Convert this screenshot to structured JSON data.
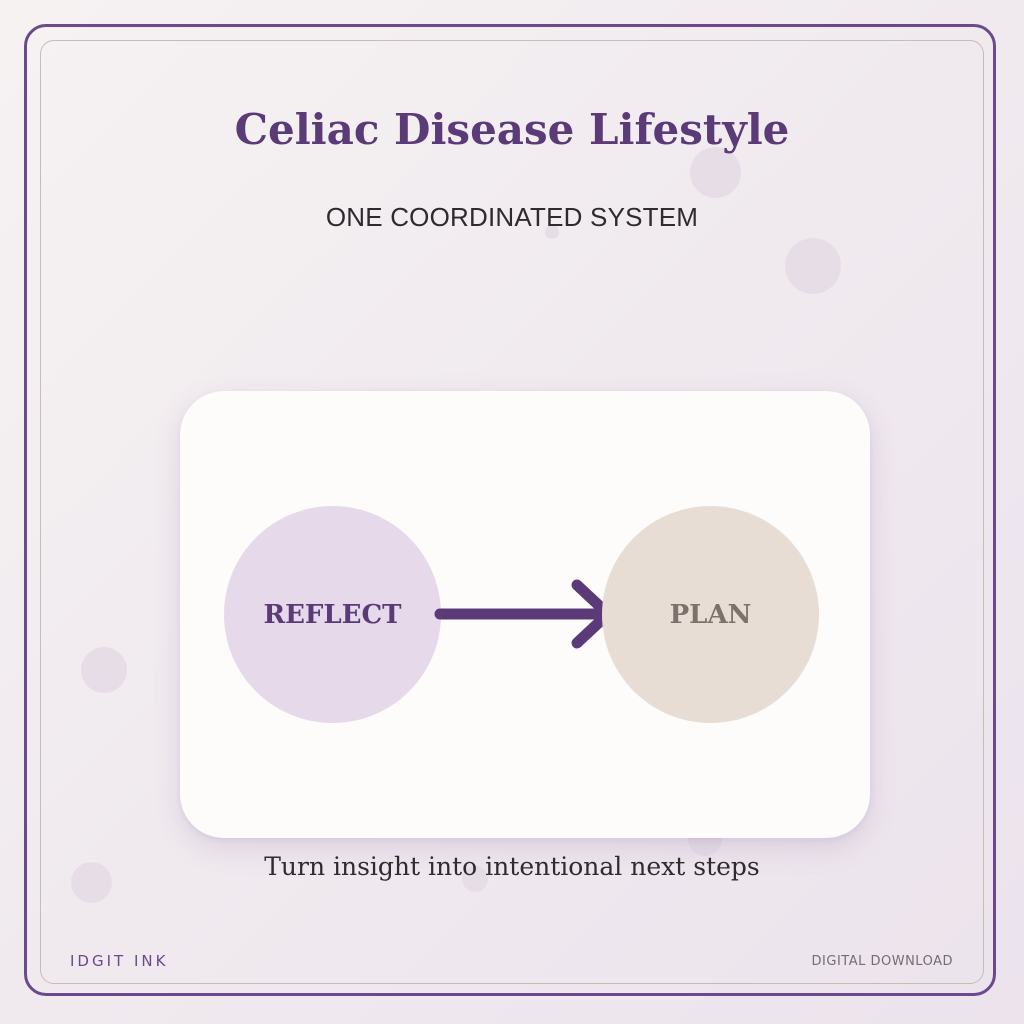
{
  "title": "Celiac Disease Lifestyle",
  "subtitle": "ONE COORDINATED SYSTEM",
  "flow": {
    "from_label": "REFLECT",
    "to_label": "PLAN"
  },
  "caption": "Turn insight into intentional next steps",
  "footer": {
    "brand": "IDGIT INK",
    "download": "DIGITAL DOWNLOAD"
  },
  "colors": {
    "accent": "#5b3a78",
    "reflect_fill": "#e5d9ea",
    "plan_fill": "#e8ddd5",
    "plan_text": "#7d716b",
    "card": "#fdfcfa",
    "border": "#6a4a8c"
  },
  "icons": {
    "arrow": "arrow-right-icon"
  }
}
